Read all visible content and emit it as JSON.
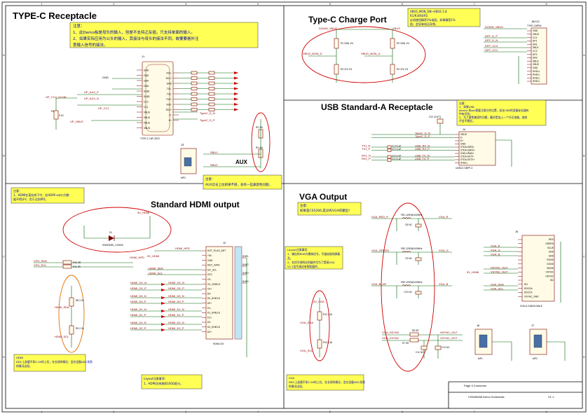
{
  "sections": {
    "typec_receptacle": {
      "title": "TYPE-C Receptacle",
      "note": [
        "注意：",
        "1、此Demo板是母头的输入，但是不支持正反插，只支持单面的输入。",
        "2、如果实际应用为公头的输入，其接法与母头的接法不同，故要要格外注",
        "意输入信号的接法。"
      ],
      "connector": "J1",
      "connector_part": "TYPE-C 16P-2D3Y",
      "left_pins": [
        "GND",
        "GND",
        "GND",
        "GND",
        "SUB1",
        "SUB2",
        "CC2",
        "CC1",
        "VBUS",
        "VBUS",
        "VBUS",
        "VBUS"
      ],
      "right_pins": [
        "RX1-",
        "RX1+",
        "GND",
        "TX1-",
        "TX2-",
        "TX2+",
        "RX2-",
        "RX2+",
        "D-",
        "D+"
      ],
      "nets": [
        "UP_AUX_P",
        "UP_AUX_N",
        "UP_CC2_VCON",
        "UP_CC1",
        "UP_VBUS",
        "GND",
        "TypeC_D_N",
        "TypeC_D_P"
      ],
      "resistor": "R1",
      "resistor_value": "5.1K",
      "aux_title": "AUX",
      "aux_connector": "J3",
      "aux_part": "MP2",
      "aux_nets": [
        "SBU1",
        "SBU2"
      ],
      "aux_note": [
        "注意：",
        "AUX信号上拉如果不接，会有一些兼容性问题。"
      ],
      "aux_resistors": [
        "R2 1M",
        "R4 1M"
      ]
    },
    "typec_charge": {
      "title": "Type-C Charge Port",
      "note": [
        "VBUS_MON_DN→VBUS 1:8",
        "R1/R3/R4/R5",
        "必须使用精密1%电阻，如果精密1%",
        "阻，会导致电压异常。"
      ],
      "nets": [
        "DOWN_VBUS",
        "VBUS_MON_D",
        "VBUS_MON_U",
        "VBUS"
      ],
      "resistors": [
        "R1 330k 1%",
        "R2 330k 1%",
        "R3 47k 1%",
        "R4 47k 1%"
      ],
      "connector": "J8/J12",
      "connector_part": "TYPE-C/8PIN",
      "connector_pins": [
        "GND",
        "VBUS",
        "CC1",
        "DP1",
        "DN1",
        "SBU1",
        "CC2",
        "DP2",
        "DN2",
        "SBU2",
        "VBUS",
        "GND",
        "SHELL",
        "SHELL",
        "SHELL",
        "SHELL"
      ],
      "connector_nets": [
        "DOWN_VBUS",
        "DFP_D_P",
        "DFP_D_N",
        "DFP_CC2",
        "DFP_CC1"
      ]
    },
    "usb_a": {
      "title": "USB Standard-A Receptacle",
      "note": [
        "注意：",
        "1、如果USB",
        "device 的pin需要注意它的位置，若在USB的设备标在器有",
        "中有识别。",
        "2、为了避免兼容性问题，最好是加上一个升压电路，使其",
        "不会不稳定。"
      ],
      "connector": "J4",
      "connector_part": "USB3.0 GBFP-3",
      "pins": [
        "VBUS",
        "D-",
        "D+",
        "GND",
        "STDA-SSRX-",
        "STDA-SSRX+",
        "GND-DRAIN",
        "STDA-SSTX-",
        "STDA-SSTX+",
        "SHELL"
      ],
      "nets": [
        "TypeC_D_N",
        "TypeC_D_P",
        "TX1_N",
        "TX1_P",
        "RX1_N",
        "RX1_P",
        "USB_RX_N",
        "USB_RX_P",
        "USB_TX_N",
        "USB_TX_P"
      ],
      "caps": [
        "C1 0.1uF",
        "C2 0.1uF",
        "C3 0.1uF",
        "C4 0.1uF"
      ],
      "bulk_cap": "C22 47uF"
    },
    "hdmi": {
      "title": "Standard HDMI output",
      "note": [
        "注意：",
        "1、HDMI在某些线下中，在HDMI out口为数",
        "据不得开V，用于达到IPD。"
      ],
      "diode": "D1",
      "diode_part": "SS0530DE_C22626",
      "supply": "5V_HDMI",
      "connector": "J2",
      "connector_part": "HDMI-019",
      "pins": [
        "HOT_PLUG_DET",
        "+5V",
        "GND",
        "DDC_DATA",
        "I2C_SCL",
        "CEC",
        "CK-",
        "CK_SHIELD",
        "CK+",
        "D0-",
        "D0_SHIELD",
        "D0+",
        "D1-",
        "D1_SHIELD",
        "D1+",
        "D2-",
        "D2_SHIELD",
        "D2+"
      ],
      "nets": [
        "HDMI_HPD",
        "HDMI_SDA",
        "HDMI_SCL",
        "HDMI_CK_N",
        "HDMI_CK_P",
        "HDMI_D0_N",
        "HDMI_D0_P",
        "HDMI_D1_N",
        "HDMI_D1_P",
        "HDMI_D2_N",
        "HDMI_D2_P",
        "5V_HDMI"
      ],
      "ddc_nets": [
        "CPU_SDA",
        "CPU_SCL"
      ],
      "ddc_resistors": [
        "R10 0R",
        "R11 0R"
      ],
      "pullups": [
        "R8 2.2k",
        "R9 2.2k"
      ],
      "shell": [
        "SHE1",
        "SHE2",
        "SHE3",
        "SHE4"
      ],
      "bottom_note": [
        "HDMI",
        "DDC上加要不如2.2K的上拉，在长线的情况，会在设备DDC失败",
        "的情况出现。"
      ],
      "layout_note": [
        "Layout注意事项：",
        "1、HDMI总线按照100Ω差分。"
      ]
    },
    "vga": {
      "title": "VGA Output",
      "note": [
        "注意：",
        "如果是CS5266,是没有VGA的输出！"
      ],
      "layout_note": [
        "Layout注意事项：",
        "1、输出的RGB为模拟信号，尽量加接地屏蔽",
        "及。",
        "2、在信号线附近的器件尽为了提高VGA",
        "V1.2信号调试有帮助器件。"
      ],
      "channels": [
        "VGA_RED_P",
        "VGA_GREEN",
        "VGA_BLUE"
      ],
      "channel_outputs": [
        "VGA_R",
        "VGA_G",
        "VGA_B"
      ],
      "ferrites": [
        "FB1 120R@100MHz",
        "FB2 120R@100MHz",
        "FB3 120R@100MHz"
      ],
      "caps": [
        "C8 NC",
        "C9 NC",
        "C10 NC",
        "C11 NC",
        "C12 NC"
      ],
      "sync": [
        "VGA_HSYNC",
        "VGA_VSYNC",
        "HSYNC_OUT",
        "VSYNC_OUT"
      ],
      "sync_resistors": [
        "R6 0R",
        "R7 0R"
      ],
      "connector": "J5",
      "connector_part": "VGA-D-SUB15-MALE",
      "connector_pins": [
        "RED",
        "GREEN",
        "BLUE",
        "GND",
        "GND",
        "RGND",
        "GGND",
        "BGND",
        "VSYNC",
        "HSYNC",
        "ID2",
        "ID1",
        "DDCDA",
        "DDCCK",
        "VSYNC_GND"
      ],
      "power": "5V_HDMI",
      "ddc": [
        "VGA_SDA",
        "VGA_SCL"
      ],
      "pullups": [
        "R12 2.2k",
        "R13 2.2k"
      ],
      "supply": "3V_VGA",
      "bottom_note": [
        "VGA",
        "DDC上加要不如2.2K的上拉，在长线的情况，会在设备DDC失败",
        "的情况出现。"
      ],
      "jumpers": [
        "J6",
        "J7"
      ],
      "jumper_parts": [
        "MP1",
        "MP2"
      ]
    }
  },
  "title_block": {
    "sheet": "Page 3 Connector",
    "doc": "CS5266/68 Demo Schematic",
    "rev": "V1.1"
  },
  "grid": {
    "cols": [
      "1",
      "2",
      "3",
      "4",
      "5",
      "6",
      "7",
      "8"
    ],
    "rows": [
      "A",
      "B",
      "C",
      "D"
    ]
  },
  "colors": {
    "wire": "#006400",
    "component": "#7a0000",
    "note_fill": "#ffff55",
    "note_text": "#0000aa",
    "highlight": "#d00000",
    "highlight_alt": "#e07000"
  }
}
